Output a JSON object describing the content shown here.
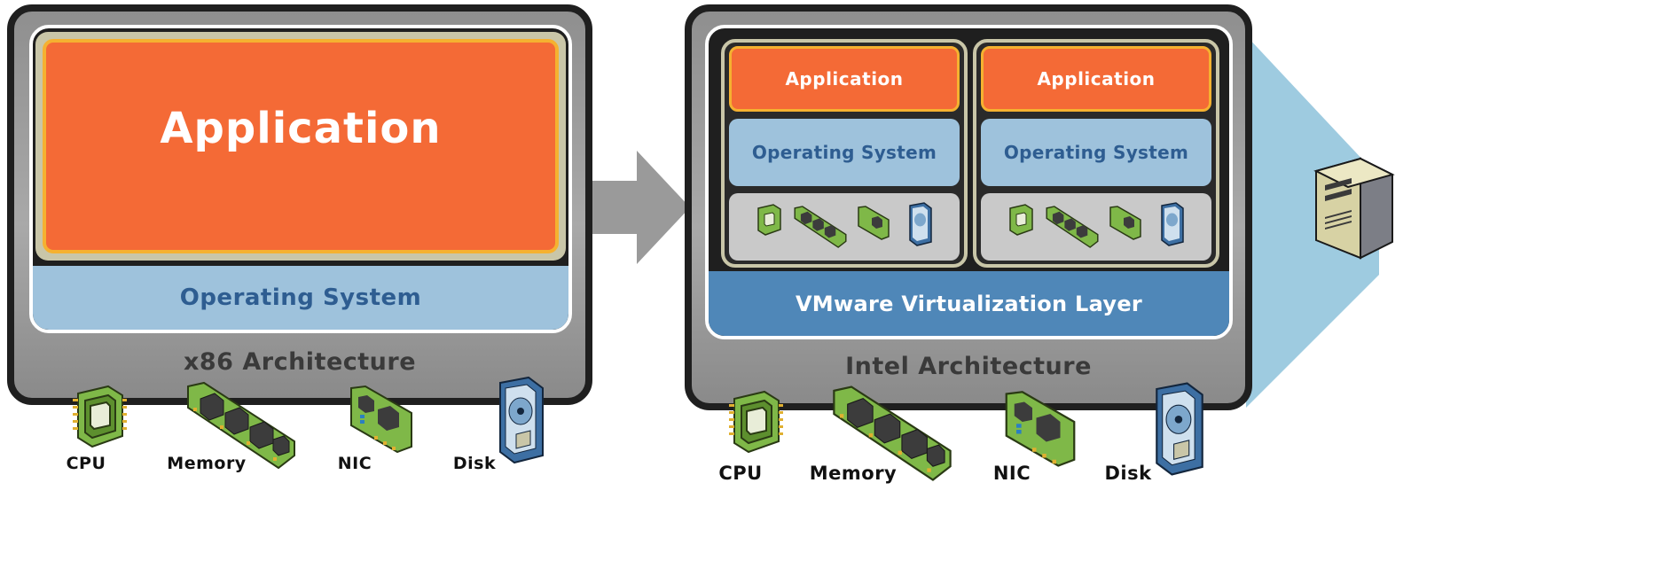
{
  "left_machine": {
    "application": "Application",
    "operating_system": "Operating System",
    "architecture": "x86 Architecture",
    "hardware": {
      "cpu": "CPU",
      "memory": "Memory",
      "nic": "NIC",
      "disk": "Disk"
    }
  },
  "right_machine": {
    "vm1": {
      "application": "Application",
      "operating_system": "Operating System"
    },
    "vm2": {
      "application": "Application",
      "operating_system": "Operating System"
    },
    "virtualization_layer": "VMware Virtualization Layer",
    "architecture": "Intel Architecture",
    "hardware": {
      "cpu": "CPU",
      "memory": "Memory",
      "nic": "NIC",
      "disk": "Disk"
    }
  },
  "colors": {
    "application": "#f46a36",
    "application_border": "#f5b130",
    "operating_system": "#9ec2dc",
    "os_text": "#2e5d91",
    "virtualization_layer": "#4f87b8",
    "frame": "#a9a9a9",
    "arrow": "#9a9a9a",
    "beam": "#9ecbe0",
    "chip_green": "#7fb848"
  },
  "icons": [
    "cpu-icon",
    "memory-icon",
    "nic-icon",
    "disk-icon",
    "server-tower-icon",
    "arrow-right-icon"
  ]
}
